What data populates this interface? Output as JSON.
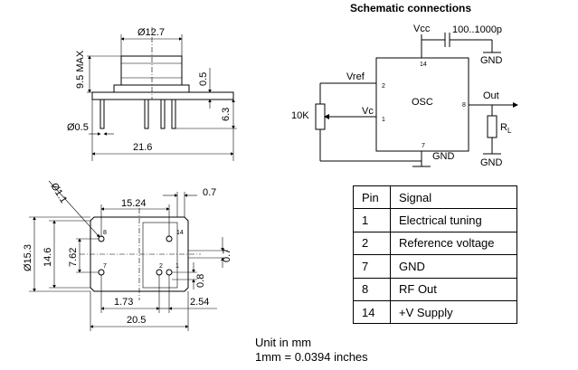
{
  "schematic": {
    "title": "Schematic connections",
    "vcc": "Vcc",
    "capacitor": "100..1000p",
    "gnd_top": "GND",
    "vref": "Vref",
    "vc": "Vc",
    "osc": "OSC",
    "pot": "10K",
    "out": "Out",
    "gnd_bottom": "GND",
    "rl": "R",
    "rl_sub": "L",
    "gnd_load": "GND",
    "pin_2": "2",
    "pin_1": "1",
    "pin_8": "8",
    "pin_7": "7",
    "pin_14": "14"
  },
  "side_view": {
    "diameter": "Ø12.7",
    "height": "9.5 MAX",
    "standoff": "0.5",
    "lead_length": "6.3",
    "lead_diameter": "Ø0.5",
    "width": "21.6"
  },
  "bottom_view": {
    "corner_hole": "Ø1.1",
    "pin_spacing": "15.24",
    "edge_offset": "0.7",
    "diameter": "Ø15.3",
    "inner_height": "14.6",
    "row_spacing": "7.62",
    "right_offset": "0.7",
    "pin_offset": "0.8",
    "pin_2_spacing": "1.73",
    "pin_2_offset": "2.54",
    "overall_width": "20.5",
    "pin_label_8": "8",
    "pin_label_14": "14",
    "pin_label_7": "7",
    "pin_label_2": "2",
    "pin_label_1": "1"
  },
  "pin_table": {
    "headers": [
      "Pin",
      "Signal"
    ],
    "rows": [
      {
        "pin": "1",
        "signal": "Electrical tuning"
      },
      {
        "pin": "2",
        "signal": "Reference voltage"
      },
      {
        "pin": "7",
        "signal": "GND"
      },
      {
        "pin": "8",
        "signal": "RF Out"
      },
      {
        "pin": "14",
        "signal": "+V Supply"
      }
    ]
  },
  "units": {
    "line1": "Unit in mm",
    "line2": "1mm = 0.0394 inches"
  }
}
